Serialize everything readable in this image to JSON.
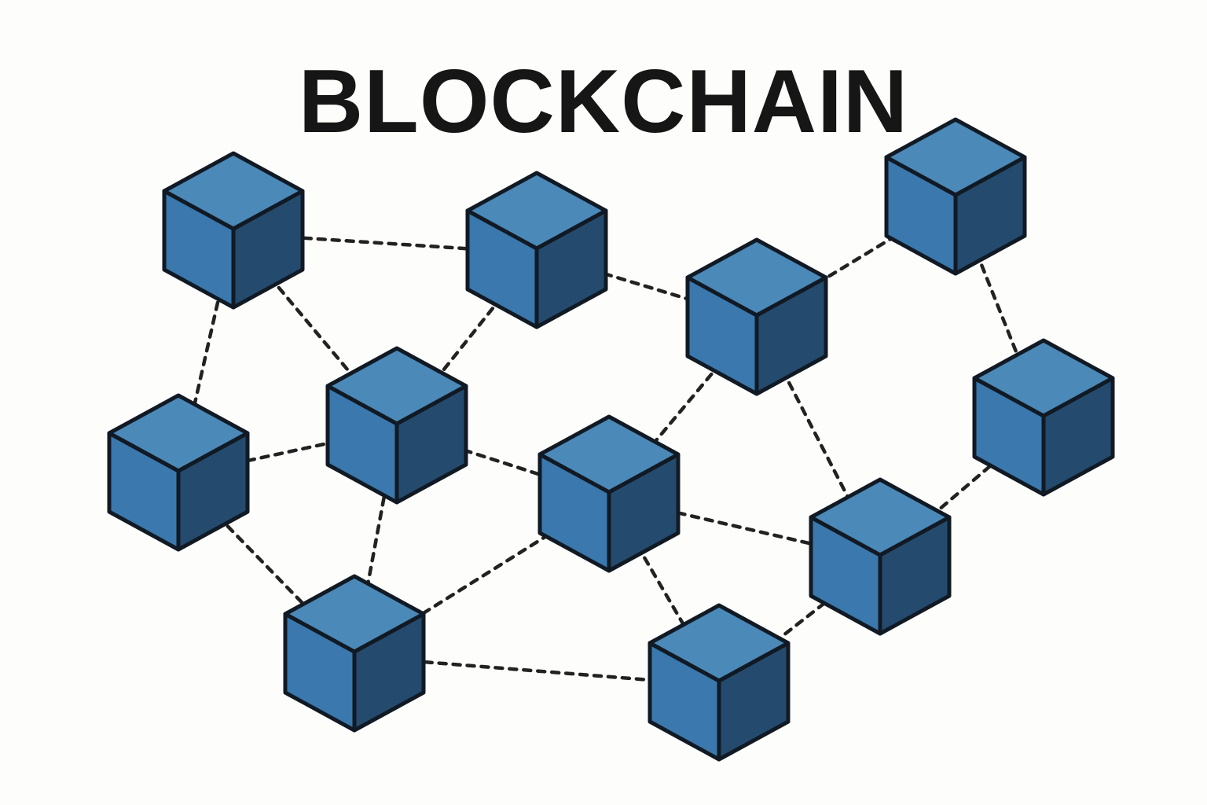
{
  "title": "BLOCKCHAIN",
  "colors": {
    "top_face": "#4b89b8",
    "left_face": "#3a78ad",
    "right_face": "#244b6e",
    "outline": "#111a24",
    "link": "#222222",
    "background": "#fdfdfb"
  },
  "icons": {
    "block": "cube-icon",
    "link": "dashed-line"
  },
  "nodes": [
    {
      "id": "b1"
    },
    {
      "id": "b2"
    },
    {
      "id": "b3"
    },
    {
      "id": "b4"
    },
    {
      "id": "b5"
    },
    {
      "id": "b6"
    },
    {
      "id": "b7"
    },
    {
      "id": "b8"
    },
    {
      "id": "b9"
    },
    {
      "id": "b10"
    },
    {
      "id": "b11"
    },
    {
      "id": "b12"
    }
  ],
  "links": [
    [
      "b1",
      "b2"
    ],
    [
      "b1",
      "b5"
    ],
    [
      "b1",
      "b6"
    ],
    [
      "b2",
      "b3"
    ],
    [
      "b2",
      "b6"
    ],
    [
      "b3",
      "b4"
    ],
    [
      "b3",
      "b7"
    ],
    [
      "b3",
      "b10"
    ],
    [
      "b4",
      "b8"
    ],
    [
      "b5",
      "b6"
    ],
    [
      "b5",
      "b9"
    ],
    [
      "b6",
      "b7"
    ],
    [
      "b6",
      "b9"
    ],
    [
      "b7",
      "b9"
    ],
    [
      "b7",
      "b10"
    ],
    [
      "b7",
      "b11"
    ],
    [
      "b8",
      "b10"
    ],
    [
      "b9",
      "b11"
    ],
    [
      "b10",
      "b11"
    ]
  ]
}
